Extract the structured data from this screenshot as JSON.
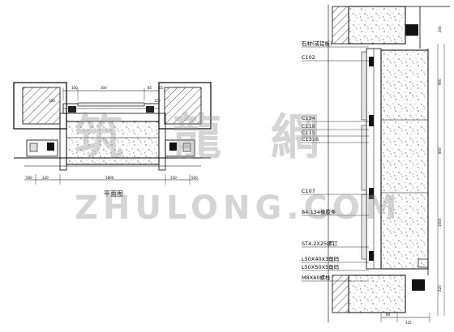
{
  "drawing": {
    "plan_title": "平面图",
    "section_labels": [
      "石材(或铝板)",
      "C102",
      "C134",
      "C118",
      "C115",
      "C1316",
      "C107",
      "84-134橡胶条",
      "ST4.2X25螺钉",
      "L50X40X3角码",
      "L50X50X5角码",
      "M8X60螺栓"
    ],
    "plan_dims": [
      "500",
      "120",
      "100",
      "300",
      "85",
      "15",
      "150",
      "1800",
      "500",
      "100",
      "120"
    ],
    "section_dims": [
      "200",
      "900",
      "800",
      "1000",
      "220",
      "60",
      "125"
    ]
  },
  "watermark": {
    "chinese": "筑 龍 網",
    "latin": "ZHULONG.COM"
  }
}
